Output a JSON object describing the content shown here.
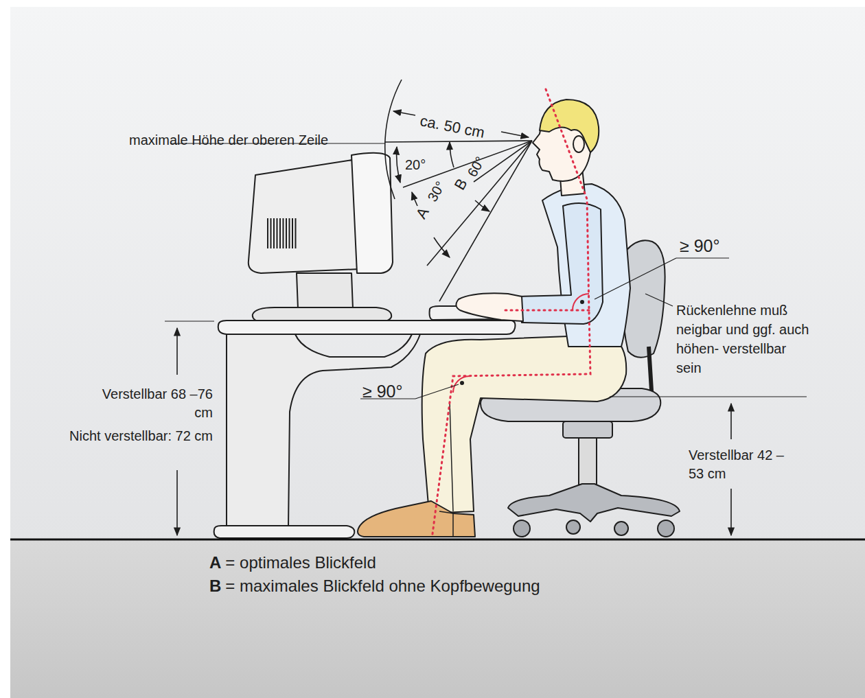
{
  "diagram": {
    "labels": [
      "ca. 50 cm",
      "maximale Höhe der oberen Zeile",
      "20°",
      "A",
      "30°",
      "B",
      "60°",
      "≥ 90°",
      "Rückenlehne muß neigbar und ggf. auch höhen- verstellbar sein",
      "≥ 90°",
      "Verstellbar 68 –76 cm",
      "Nicht verstellbar: 72 cm",
      "Verstellbar 42 – 53 cm",
      "A",
      "= optimales Blickfeld",
      "B",
      "= maximales Blickfeld ohne Kopfbewegung"
    ]
  }
}
